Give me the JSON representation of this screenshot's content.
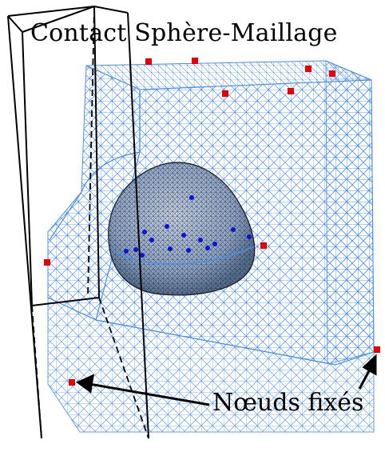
{
  "title": "Contact Sphère-Maillage",
  "annotation_label": "Nœuds fixés",
  "colors": {
    "mesh": "#4a8ee8",
    "sphere_mesh": "#1b1f2a",
    "sphere_fill": "#8fa6c8",
    "fixed_node": "#e60000",
    "contact_node": "#0b12d9",
    "frame": "#000000"
  },
  "legend": {
    "fixed_nodes": "red squares",
    "contact_nodes": "blue dots"
  }
}
